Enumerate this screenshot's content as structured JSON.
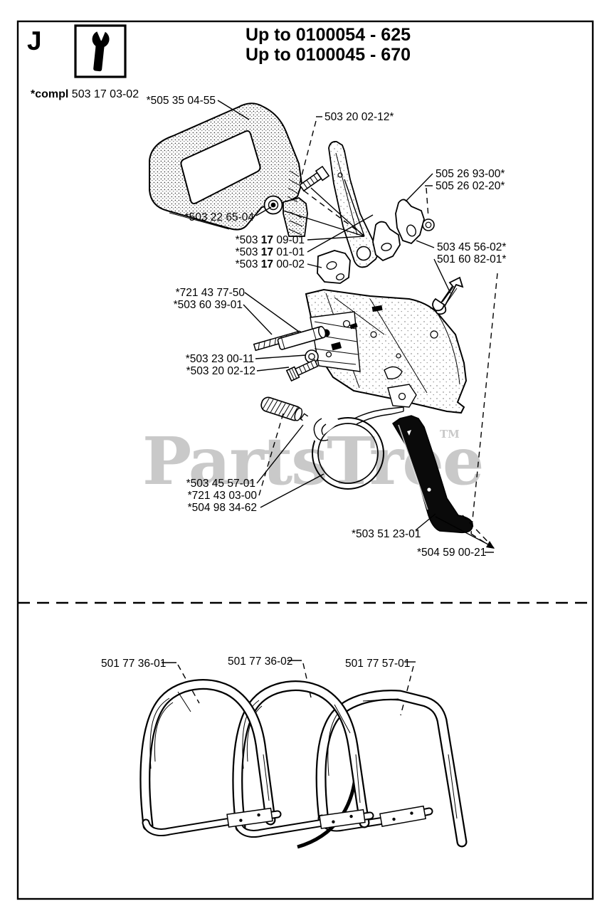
{
  "header": {
    "section_letter": "J",
    "tool_icon": "wrench-icon",
    "title_line1": "Up to 0100054 - 625",
    "title_line2": "Up to 0100045 - 670",
    "compl_label": {
      "prefix": "*compl",
      "number": " 503 17 03-02"
    }
  },
  "watermark": {
    "text": "PartsTree",
    "tm": "TM",
    "color": "#c9c9c9"
  },
  "diagram": {
    "labels": [
      {
        "name": "hand-guard",
        "text": "*505 35 04-55"
      },
      {
        "name": "screw-upper",
        "text": "503 20 02-12*"
      },
      {
        "name": "bracket-upper",
        "text": "505 26 93-00*"
      },
      {
        "name": "bracket-lower",
        "text": "505 26 02-20*"
      },
      {
        "name": "flange-nut",
        "text": "*503 22 65-04"
      },
      {
        "name": "brake-assembly-1",
        "pre": "*503 ",
        "bold": "17",
        "post": " 09-01"
      },
      {
        "name": "brake-assembly-2",
        "pre": "*503 ",
        "bold": "17",
        "post": " 01-01"
      },
      {
        "name": "brake-assembly-3",
        "pre": "*503 ",
        "bold": "17",
        "post": " 00-02"
      },
      {
        "name": "spring-clip",
        "text": "503 45 56-02*"
      },
      {
        "name": "catcher-spike",
        "text": "501 60 82-01*"
      },
      {
        "name": "roller",
        "text": "*721 43 77-50"
      },
      {
        "name": "pin",
        "text": "*503 60 39-01"
      },
      {
        "name": "washer",
        "text": "*503 23 00-11"
      },
      {
        "name": "screw-lower",
        "text": "*503 20 02-12"
      },
      {
        "name": "grip",
        "text": "*503 45 57-01"
      },
      {
        "name": "small-bolt",
        "text": "*721 43 03-00"
      },
      {
        "name": "brake-band",
        "text": "*504 98 34-62"
      },
      {
        "name": "brake-handle",
        "text": "*503 51 23-01"
      },
      {
        "name": "chain-catcher",
        "text": "*504 59 00-21"
      },
      {
        "name": "handlebar-1",
        "text": "501 77 36-01"
      },
      {
        "name": "handlebar-2",
        "text": "501 77 36-02"
      },
      {
        "name": "handlebar-3",
        "text": "501 77 57-01"
      }
    ]
  }
}
